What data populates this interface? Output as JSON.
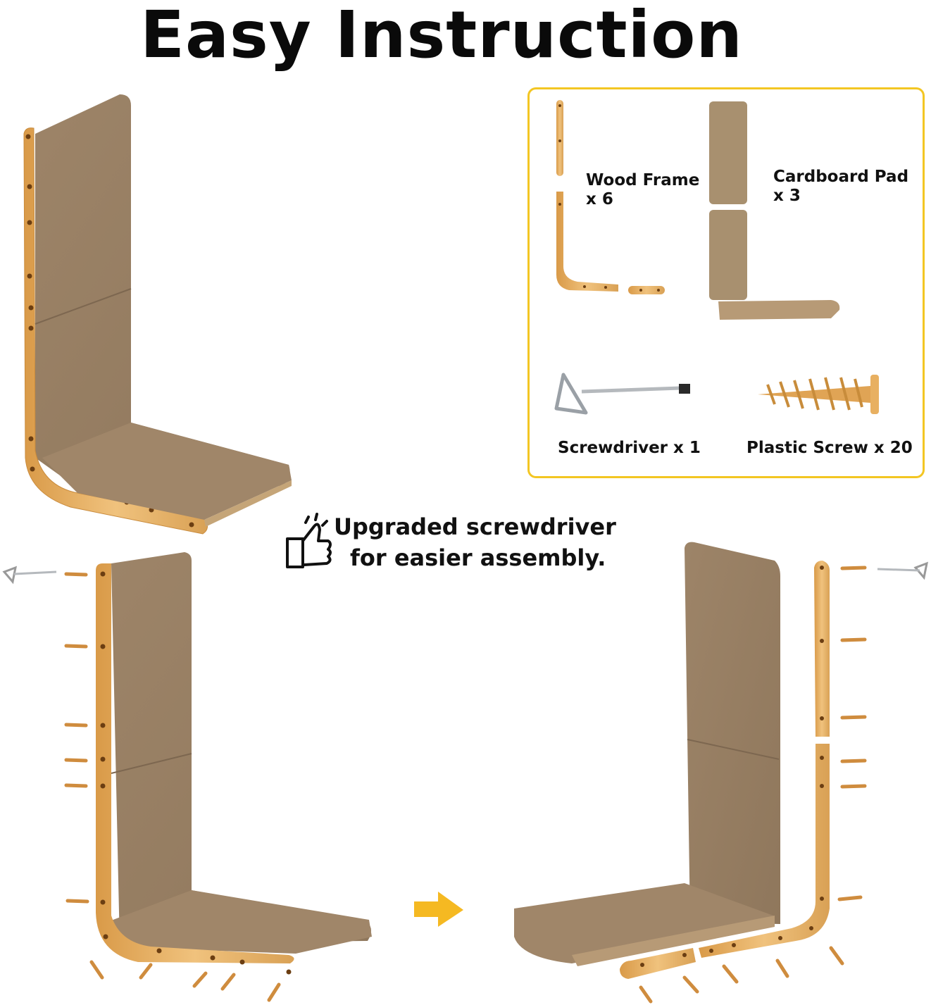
{
  "title": "Easy Instruction",
  "parts": {
    "wood_frame": {
      "name": "Wood Frame",
      "qty": "x 6"
    },
    "cardboard_pad": {
      "name": "Cardboard Pad",
      "qty": "x 3"
    },
    "screwdriver": {
      "label": "Screwdriver x 1"
    },
    "plastic_screw": {
      "label": "Plastic Screw x 20"
    }
  },
  "note": {
    "line1": "Upgraded screwdriver",
    "line2": "for easier assembly.",
    "icon": "thumbs-up-icon"
  },
  "colors": {
    "accent_border": "#f3c623",
    "arrow": "#f5b922",
    "wood": "#e8b366",
    "cardboard": "#a38a6d"
  }
}
